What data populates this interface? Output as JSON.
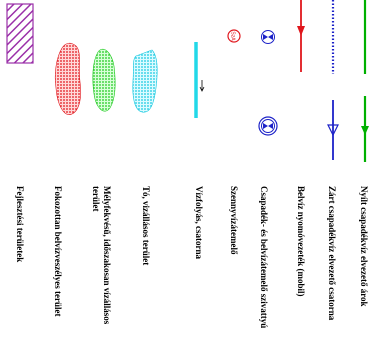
{
  "legend": {
    "items": [
      {
        "id": "open-drainage-ditch",
        "label": "Nyílt csapadékvíz elvezető árok",
        "color": "#00b000"
      },
      {
        "id": "closed-drainage-pipe",
        "label": "Zárt csapadékvíz elvezető csatorna",
        "color": "#1c22c8"
      },
      {
        "id": "inland-water-channel",
        "label": "Belvíz nyomóvezeték (mobil)",
        "color": "#e0161c"
      },
      {
        "id": "gates-pumps",
        "label": "Csapadék- és belvízátemelő szivattyú"
      },
      {
        "id": "sewage-pump",
        "label": "Szennyvízátemelő",
        "color": "#e0161c"
      },
      {
        "id": "watercourse-channel",
        "label": "Vízfolyás, csatorna",
        "color": "#22d8e8"
      },
      {
        "id": "lake-flooded-area",
        "label": "Tó, vizállásos terület",
        "color": "#22d8e8"
      },
      {
        "id": "lowland-wet-area",
        "label": "Mélyfekvésű, időszakosan vízállásos terület",
        "color": "#2bd12b"
      },
      {
        "id": "increased-risk-area",
        "label": "Fokozottan belvízveszélyes terület",
        "color": "#e0161c"
      },
      {
        "id": "development-area",
        "label": "Fejlesztési területek",
        "color": "#9a2fa8"
      }
    ],
    "sewage_pump_text": "SzA"
  },
  "colors": {
    "green": "#00b000",
    "blue": "#1c22c8",
    "red": "#e0161c",
    "cyan": "#22d8e8",
    "purple": "#9a2fa8"
  }
}
